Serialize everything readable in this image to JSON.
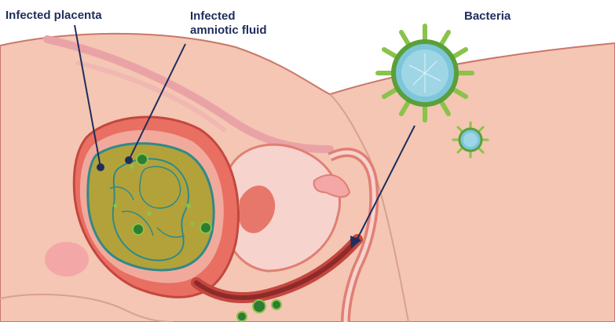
{
  "labels": {
    "infected_placenta": "Infected placenta",
    "infected_amniotic_fluid_line1": "Infected",
    "infected_amniotic_fluid_line2": "amniotic fluid",
    "bacteria": "Bacteria"
  },
  "colors": {
    "label_text": "#1f2d5c",
    "pointer_line": "#1f2d5c",
    "skin": "#f4c6b3",
    "skin_outline": "#c9786a",
    "uterus_wall": "#e86f62",
    "uterus_inner": "#f1a99c",
    "amniotic_fluid": "#b3a23a",
    "fetus_outline": "#2e8a8a",
    "bacteria_body": "#7ec6da",
    "bacteria_spikes": "#8bc34a",
    "bacteria_infected_spot": "#2e7d32"
  },
  "icons": {
    "bacterium_large": "bacterium-icon",
    "bacterium_small": "bacterium-icon"
  }
}
